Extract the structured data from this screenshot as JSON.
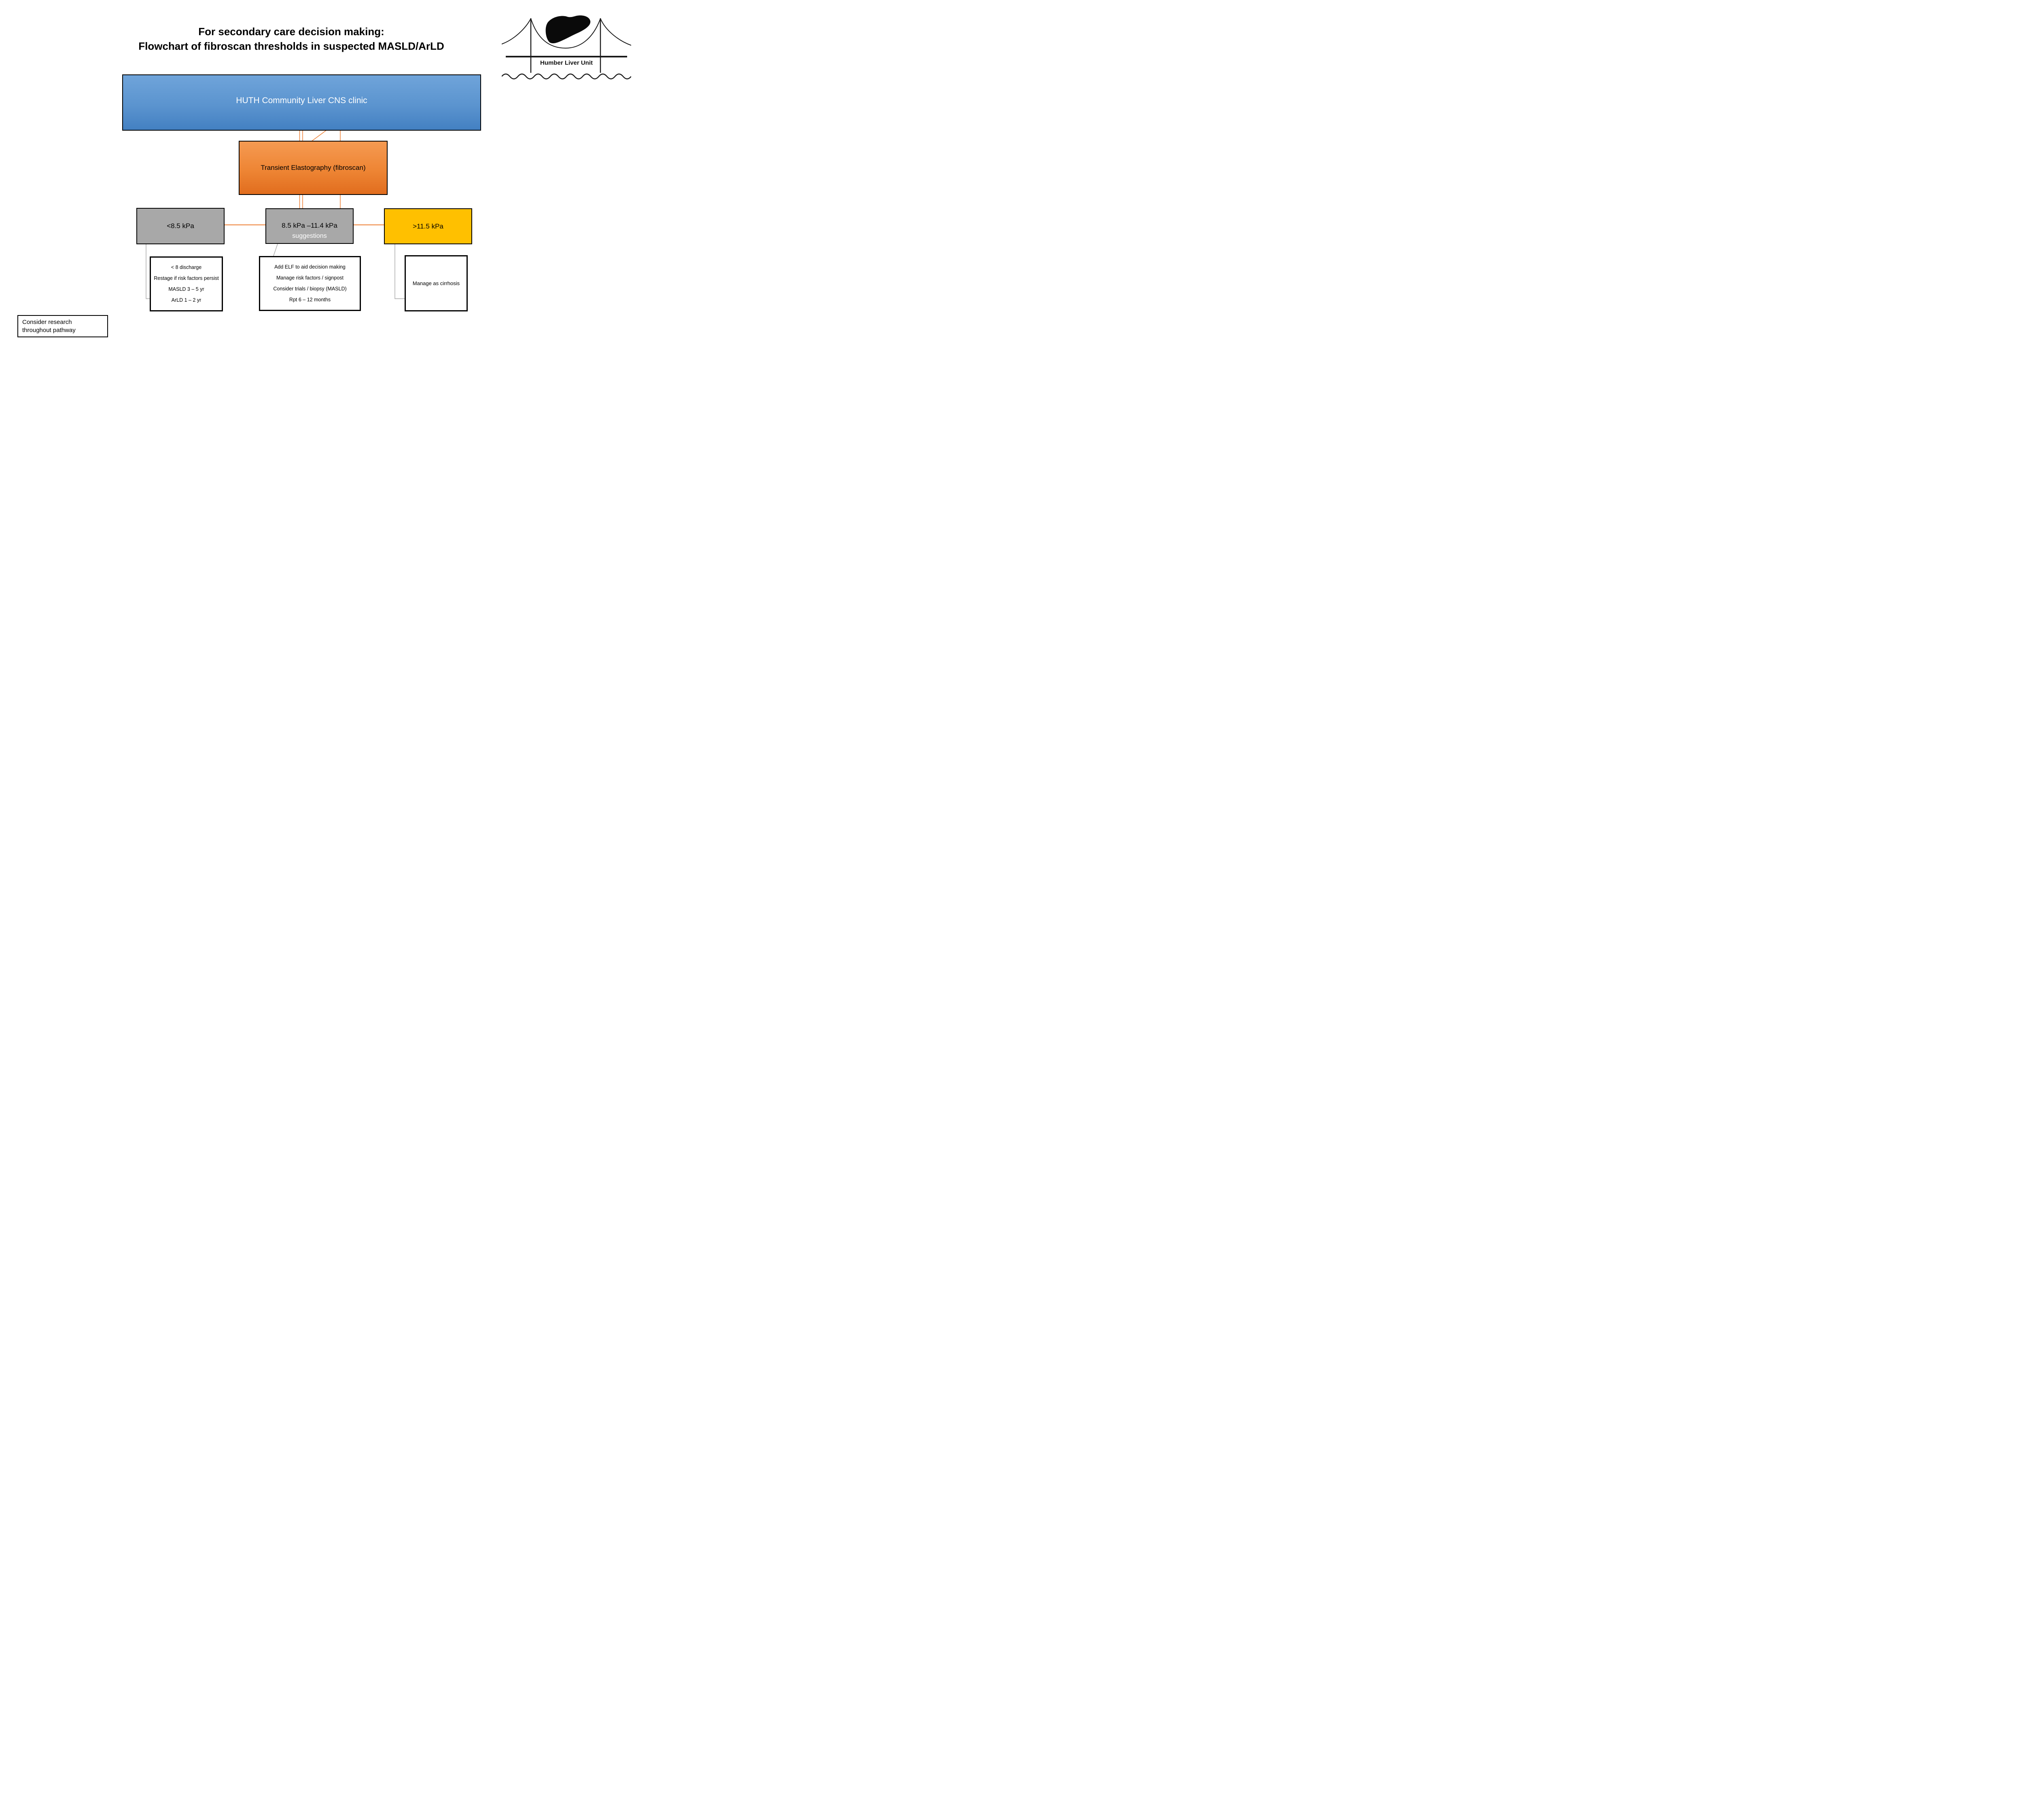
{
  "title": {
    "line1": "For secondary care decision making:",
    "line2": "Flowchart of fibroscan thresholds in suspected MASLD/ArLD"
  },
  "logo": {
    "label": "Humber Liver Unit"
  },
  "flow": {
    "clinic_box": {
      "label": "HUTH Community Liver CNS clinic"
    },
    "elastography_box": {
      "label": "Transient Elastography (fibroscan)"
    },
    "low_box": {
      "label": "<8.5 kPa"
    },
    "mid_box": {
      "label": "8.5 kPa –11.4 kPa",
      "sub_label": "suggestions"
    },
    "high_box": {
      "label": ">11.5 kPa"
    },
    "discharge_box": {
      "lines": [
        "< 8 discharge",
        "Restage if risk factors persist",
        "MASLD 3 – 5 yr",
        "ArLD 1 – 2 yr"
      ]
    },
    "elf_box": {
      "lines": [
        "Add ELF to aid decision making",
        "Manage risk factors / signpost",
        "Consider trials / biopsy (MASLD)",
        "Rpt 6 – 12 months"
      ]
    },
    "cirrhosis_box": {
      "label": "Manage as cirrhosis"
    },
    "research_box": {
      "lines": [
        "Consider research",
        "throughout pathway"
      ]
    }
  },
  "colors": {
    "clinic_fill_top": "#6fa4da",
    "clinic_fill_bottom": "#4380c2",
    "elastography_fill_top": "#f59a52",
    "elastography_fill_bottom": "#e16d1e",
    "threshold_gray": "#a8a8a8",
    "threshold_gold": "#ffc000",
    "connector_orange": "#ed7d31",
    "connector_gray": "#a6a6a6",
    "border_black": "#000000"
  }
}
